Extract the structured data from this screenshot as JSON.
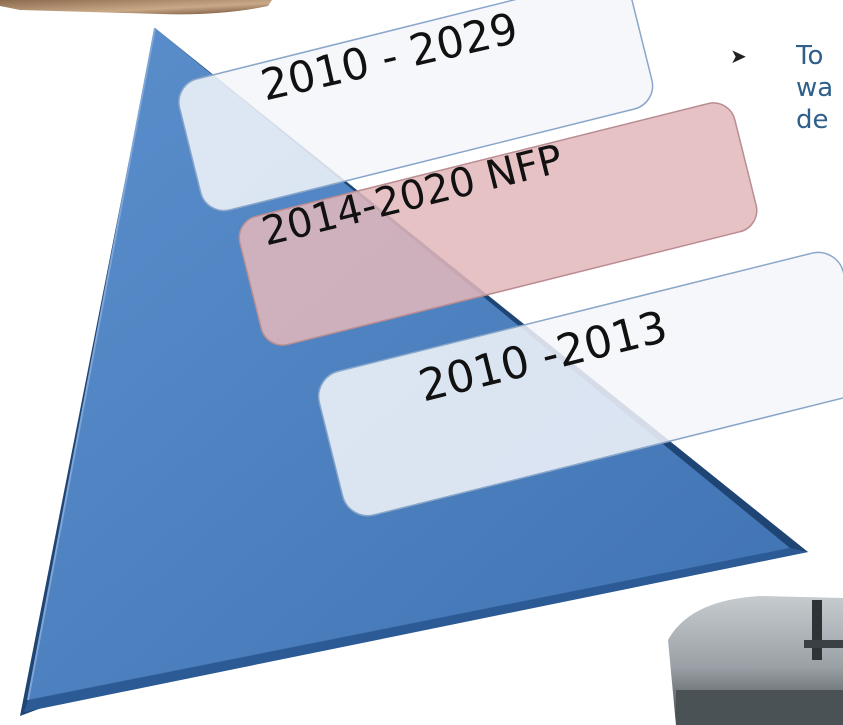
{
  "pyramid": {
    "colors": {
      "face": "#4a7fbd",
      "edge": "#2c5a95",
      "shadow": "#1f4575"
    },
    "stages": [
      {
        "label": "2010 - 2029",
        "fill": "#f3f6fa"
      },
      {
        "label": "2014-2020 NFP",
        "fill": "#e3b8bb"
      },
      {
        "label": "2010 -2013",
        "fill": "#f3f6fa"
      }
    ]
  },
  "bullet": {
    "icon": "arrow-bullet-icon",
    "lines": [
      "To",
      "wa",
      "de"
    ],
    "color": "#2f5f8a"
  },
  "photos": {
    "top_left": {
      "description": "photo-top-left",
      "color": "#7a5a40"
    },
    "bottom_right": {
      "description": "photo-bottom-right",
      "color": "#6d7478"
    }
  }
}
